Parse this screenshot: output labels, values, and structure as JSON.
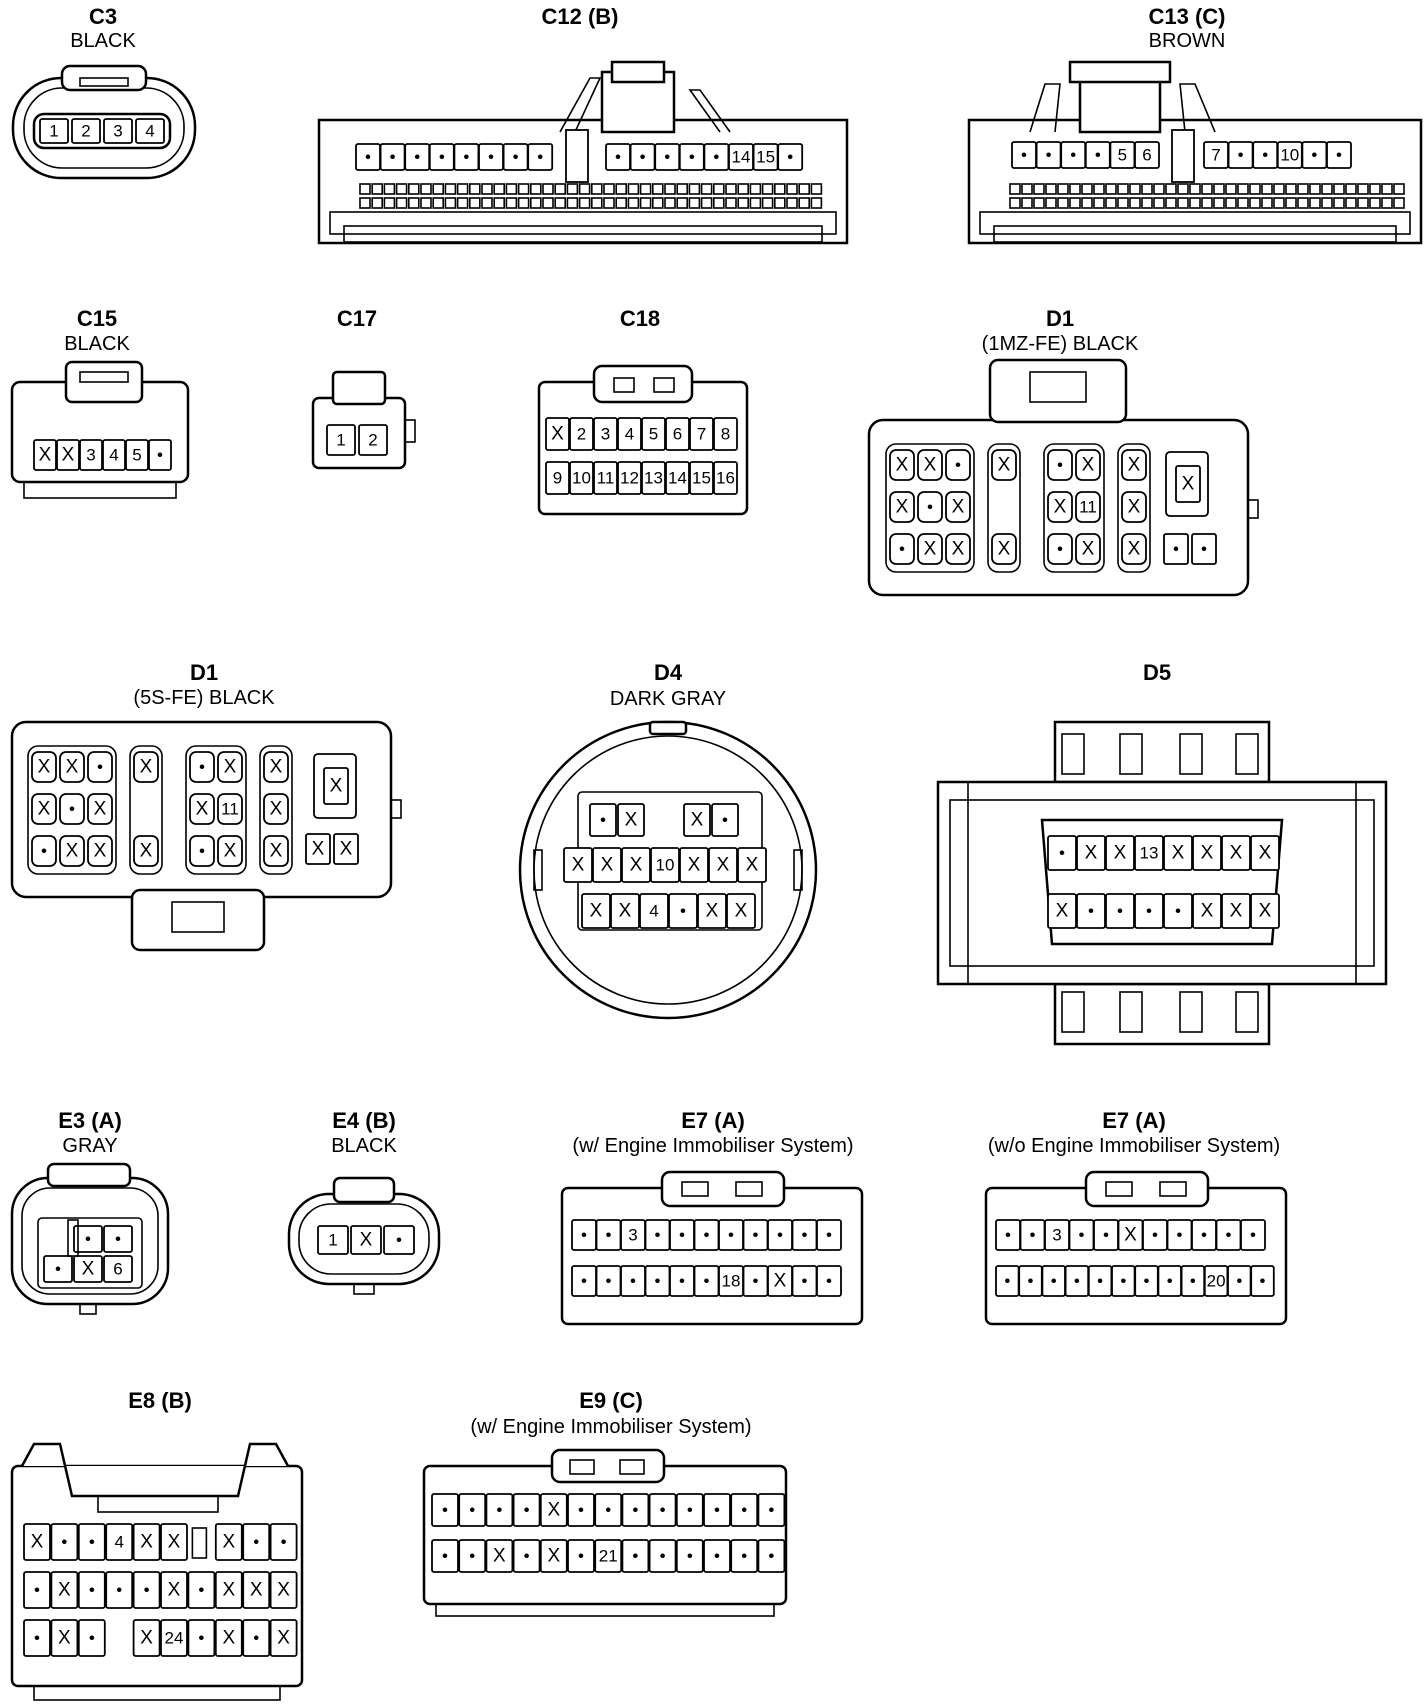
{
  "connectors": [
    {
      "id": "C3",
      "title": "C3",
      "subtitle": "BLACK",
      "pins": [
        "1",
        "2",
        "3",
        "4"
      ]
    },
    {
      "id": "C12",
      "title": "C12 (B)",
      "subtitle": "",
      "rows": [
        [
          "•",
          "•",
          "•",
          "•",
          "•",
          "•",
          "•",
          "•"
        ],
        [
          "•",
          "•",
          "•",
          "•",
          "•",
          "14",
          "15",
          "•"
        ]
      ]
    },
    {
      "id": "C13",
      "title": "C13 (C)",
      "subtitle": "BROWN",
      "rows": [
        [
          "•",
          "•",
          "•",
          "•",
          "5",
          "6"
        ],
        [
          "7",
          "•",
          "•",
          "10",
          "•",
          "•"
        ]
      ]
    },
    {
      "id": "C15",
      "title": "C15",
      "subtitle": "BLACK",
      "pins": [
        "X",
        "X",
        "3",
        "4",
        "5",
        "•"
      ]
    },
    {
      "id": "C17",
      "title": "C17",
      "subtitle": "",
      "pins": [
        "1",
        "2"
      ]
    },
    {
      "id": "C18",
      "title": "C18",
      "subtitle": "",
      "rows": [
        [
          "X",
          "2",
          "3",
          "4",
          "5",
          "6",
          "7",
          "8"
        ],
        [
          "9",
          "10",
          "11",
          "12",
          "13",
          "14",
          "15",
          "16"
        ]
      ]
    },
    {
      "id": "D1A",
      "title": "D1",
      "subtitle": "(1MZ-FE)  BLACK",
      "rows": [
        [
          "X",
          "X",
          "•",
          "X",
          "•",
          "X",
          "X",
          "X"
        ],
        [
          "X",
          "•",
          "X",
          "",
          "X",
          "11",
          "X",
          ""
        ],
        [
          "•",
          "X",
          "X",
          "X",
          "•",
          "X",
          "X",
          "•",
          "•"
        ]
      ]
    },
    {
      "id": "D1B",
      "title": "D1",
      "subtitle": "(5S-FE)  BLACK",
      "rows": [
        [
          "X",
          "X",
          "•",
          "X",
          "•",
          "X",
          "X",
          "X"
        ],
        [
          "X",
          "•",
          "X",
          "",
          "X",
          "11",
          "X",
          ""
        ],
        [
          "•",
          "X",
          "X",
          "X",
          "•",
          "X",
          "X",
          "X",
          "X"
        ]
      ]
    },
    {
      "id": "D4",
      "title": "D4",
      "subtitle": "DARK GRAY",
      "rows": [
        [
          "•",
          "X",
          "X",
          "•"
        ],
        [
          "X",
          "X",
          "X",
          "10",
          "X",
          "X",
          "X"
        ],
        [
          "X",
          "X",
          "4",
          "•",
          "X",
          "X"
        ]
      ]
    },
    {
      "id": "D5",
      "title": "D5",
      "subtitle": "",
      "rows": [
        [
          "•",
          "X",
          "X",
          "13",
          "X",
          "X",
          "X",
          "X"
        ],
        [
          "X",
          "•",
          "•",
          "•",
          "•",
          "X",
          "X",
          "X"
        ]
      ]
    },
    {
      "id": "E3",
      "title": "E3 (A)",
      "subtitle": "GRAY",
      "rows": [
        [
          "",
          "•",
          "•"
        ],
        [
          "•",
          "X",
          "6"
        ]
      ]
    },
    {
      "id": "E4",
      "title": "E4 (B)",
      "subtitle": "BLACK",
      "pins": [
        "1",
        "X",
        "•"
      ]
    },
    {
      "id": "E7A",
      "title": "E7 (A)",
      "subtitle": "(w/ Engine Immobiliser System)",
      "rows": [
        [
          "•",
          "•",
          "3",
          "•",
          "•",
          "•",
          "•",
          "•",
          "•",
          "•",
          "•"
        ],
        [
          "•",
          "•",
          "•",
          "•",
          "•",
          "•",
          "18",
          "•",
          "X",
          "•",
          "•"
        ]
      ]
    },
    {
      "id": "E7B",
      "title": "E7 (A)",
      "subtitle": "(w/o Engine Immobiliser System)",
      "rows": [
        [
          "•",
          "•",
          "3",
          "•",
          "•",
          "X",
          "•",
          "•",
          "•",
          "•",
          "•"
        ],
        [
          "•",
          "•",
          "•",
          "•",
          "•",
          "•",
          "•",
          "•",
          "•",
          "20",
          "•",
          "•"
        ]
      ]
    },
    {
      "id": "E8",
      "title": "E8 (B)",
      "subtitle": "",
      "rows": [
        [
          "X",
          "•",
          "•",
          "4",
          "X",
          "X",
          "",
          "X",
          "•",
          "•"
        ],
        [
          "•",
          "X",
          "•",
          "•",
          "•",
          "X",
          "•",
          "X",
          "X",
          "X"
        ],
        [
          "•",
          "X",
          "•",
          "",
          "X",
          "24",
          "•",
          "X",
          "•",
          "X"
        ]
      ]
    },
    {
      "id": "E9",
      "title": "E9 (C)",
      "subtitle": "(w/ Engine Immobiliser System)",
      "rows": [
        [
          "•",
          "•",
          "•",
          "•",
          "X",
          "•",
          "•",
          "•",
          "•",
          "•",
          "•",
          "•",
          "•"
        ],
        [
          "•",
          "•",
          "X",
          "•",
          "X",
          "•",
          "21",
          "•",
          "•",
          "•",
          "•",
          "•",
          "•"
        ]
      ]
    }
  ]
}
